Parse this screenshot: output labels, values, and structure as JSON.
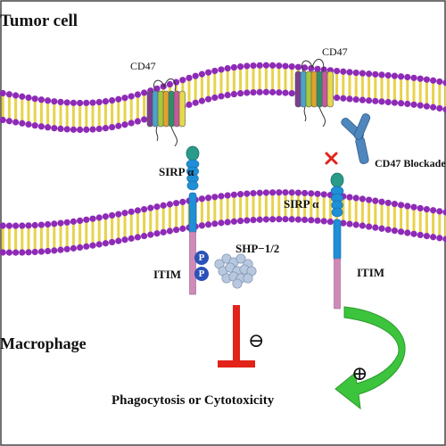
{
  "labels": {
    "tumor_cell": "Tumor cell",
    "cd47_left": "CD47",
    "cd47_right": "CD47",
    "sirp_left": "SIRP α",
    "sirp_right": "SIRP α",
    "cd47_blockade": "CD47 Blockade",
    "shp": "SHP−1/2",
    "itim_left": "ITIM",
    "itim_right": "ITIM",
    "macrophage": "Macrophage",
    "phosphate": "P",
    "inhibit_sign": "⊖",
    "activate_sign": "⊕",
    "outcome": "Phagocytosis or Cytotoxicity"
  },
  "colors": {
    "lipid_head": "#8e2bb6",
    "lipid_tail": "#e8d24a",
    "receptor": "#1f8fd6",
    "itim_tail": "#cf8ab8",
    "antibody": "#4f86bd",
    "inhibition": "#e2231a",
    "activation": "#3cc43c",
    "block_mark": "#e2231a"
  },
  "icons": [
    "receptor-icon",
    "antibody-icon",
    "shp-cluster-icon",
    "inhibit-arrow-icon",
    "activate-arrow-icon",
    "block-x-icon"
  ]
}
